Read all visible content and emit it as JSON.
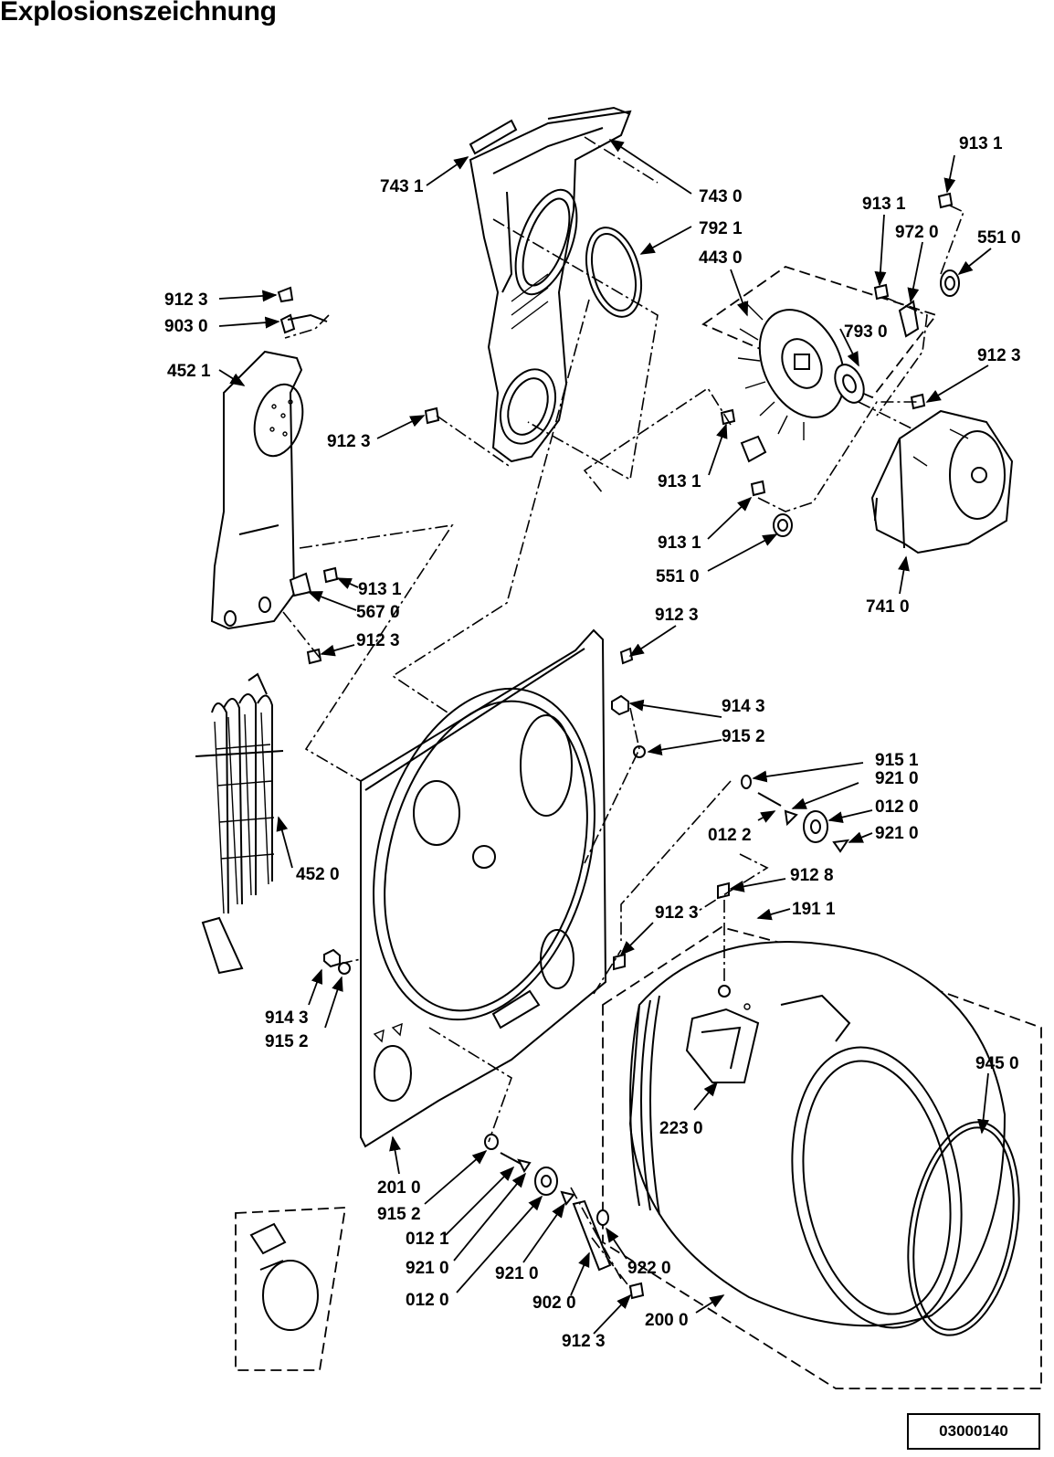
{
  "title": "Explosionszeichnung",
  "document_number": "03000140",
  "part_labels": [
    "743 1",
    "743 0",
    "792 1",
    "443 0",
    "913 1",
    "913 1",
    "972 0",
    "551 0",
    "793 0",
    "912 3",
    "912 3",
    "903 0",
    "452 1",
    "912 3",
    "913 1",
    "913 1",
    "551 0",
    "741 0",
    "913 1",
    "567 0",
    "912 3",
    "912 3",
    "914 3",
    "915 2",
    "915 1",
    "921 0",
    "012 0",
    "921 0",
    "012 2",
    "912 8",
    "912 3",
    "191 1",
    "452 0",
    "914 3",
    "915 2",
    "945 0",
    "223 0",
    "201 0",
    "915 2",
    "012 1",
    "921 0",
    "921 0",
    "922 0",
    "012 0",
    "902 0",
    "200 0",
    "912 3"
  ]
}
